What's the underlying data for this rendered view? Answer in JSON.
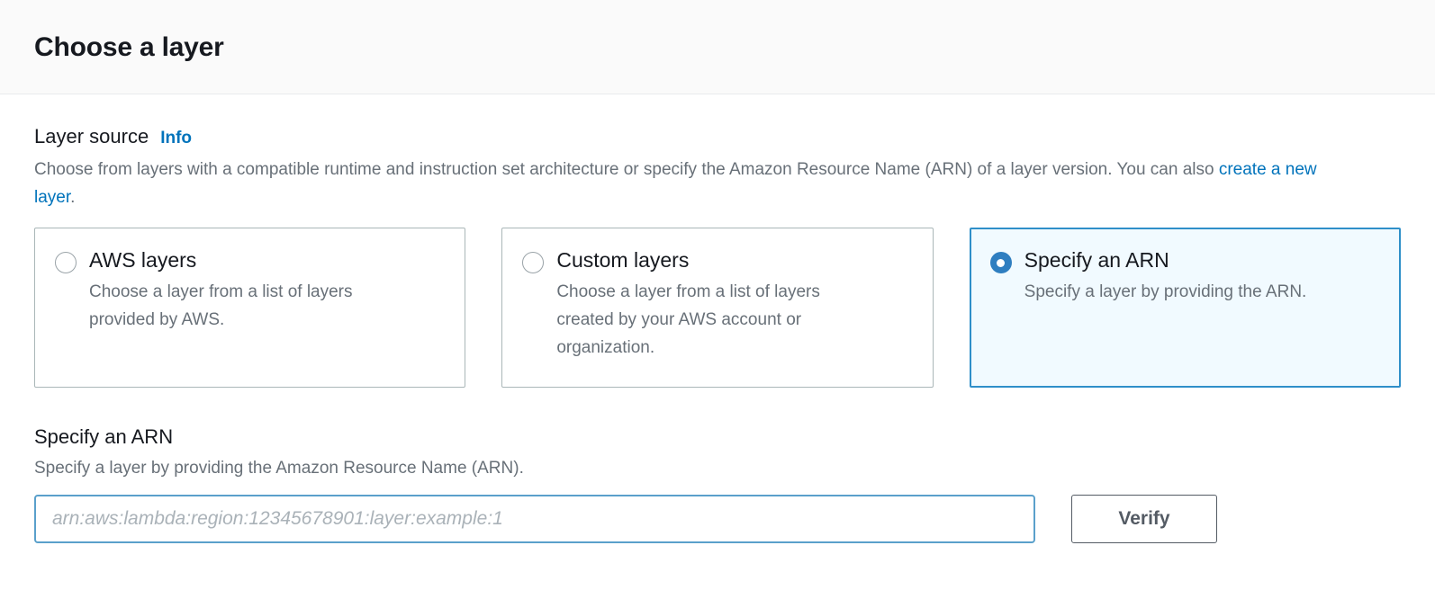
{
  "header": {
    "title": "Choose a layer"
  },
  "layer_source": {
    "label": "Layer source",
    "info_label": "Info",
    "description_before_link": "Choose from layers with a compatible runtime and instruction set architecture or specify the Amazon Resource Name (ARN) of a layer version. You can also ",
    "description_link": "create a new layer",
    "description_after_link": ".",
    "options": [
      {
        "title": "AWS layers",
        "description": "Choose a layer from a list of layers provided by AWS.",
        "selected": false
      },
      {
        "title": "Custom layers",
        "description": "Choose a layer from a list of layers created by your AWS account or organization.",
        "selected": false
      },
      {
        "title": "Specify an ARN",
        "description": "Specify a layer by providing the ARN.",
        "selected": true
      }
    ]
  },
  "arn_section": {
    "title": "Specify an ARN",
    "subtitle": "Specify a layer by providing the Amazon Resource Name (ARN).",
    "input_placeholder": "arn:aws:lambda:region:12345678901:layer:example:1",
    "input_value": "",
    "verify_label": "Verify"
  },
  "colors": {
    "accent_blue": "#0073bb",
    "selected_border": "#2f8fc9",
    "selected_background": "#f1faff",
    "radio_checked": "#2f7ec0",
    "text_primary": "#16191f",
    "text_secondary": "#687078",
    "button_border": "#545b64"
  }
}
